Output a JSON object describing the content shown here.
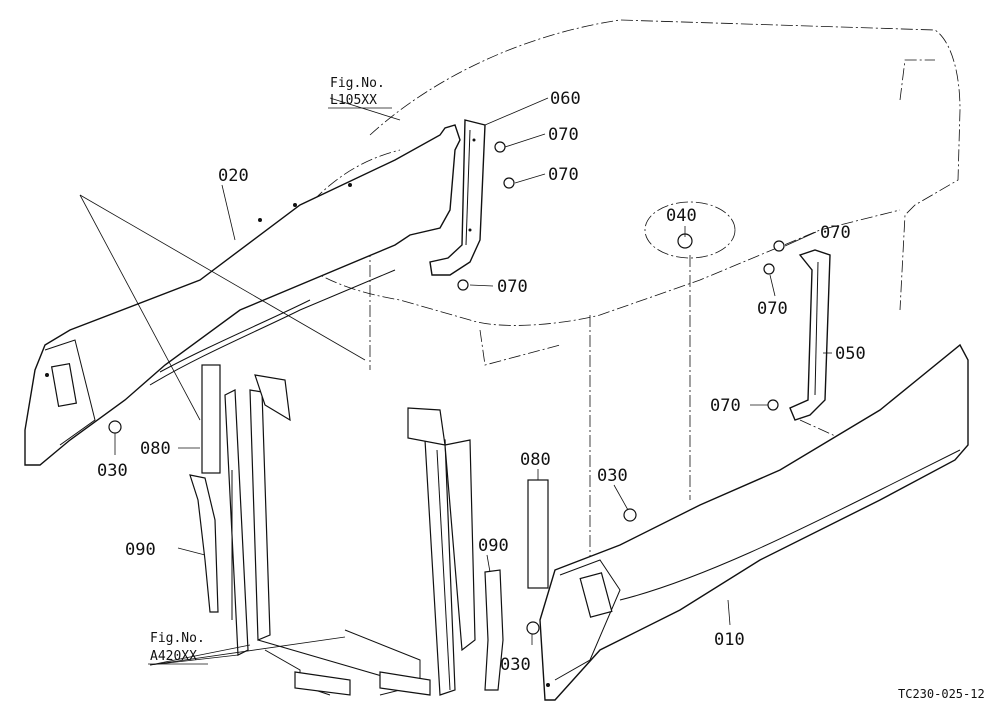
{
  "drawing_id": "TC230-025-12",
  "references": {
    "top": {
      "line1": "Fig.No.",
      "line2": "L105XX"
    },
    "bottom": {
      "line1": "Fig.No.",
      "line2": "A420XX"
    }
  },
  "callouts": {
    "p010": "010",
    "p020": "020",
    "p030a": "030",
    "p030b": "030",
    "p030c": "030",
    "p040": "040",
    "p050": "050",
    "p060": "060",
    "p070a": "070",
    "p070b": "070",
    "p070c": "070",
    "p070d": "070",
    "p070e": "070",
    "p070f": "070",
    "p080a": "080",
    "p080b": "080",
    "p090a": "090",
    "p090b": "090"
  }
}
